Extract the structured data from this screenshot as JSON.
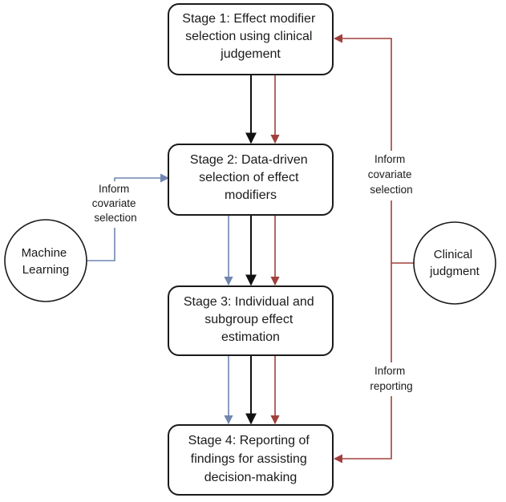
{
  "stages": [
    {
      "lines": [
        "Stage 1: Effect modifier",
        "selection using clinical",
        "judgement"
      ]
    },
    {
      "lines": [
        "Stage 2: Data-driven",
        "selection of effect",
        "modifiers"
      ]
    },
    {
      "lines": [
        "Stage 3: Individual and",
        "subgroup effect",
        "estimation"
      ]
    },
    {
      "lines": [
        "Stage 4: Reporting of",
        "findings for assisting",
        "decision-making"
      ]
    }
  ],
  "machine_learning": {
    "lines": [
      "Machine",
      "Learning"
    ]
  },
  "clinical_judgment": {
    "lines": [
      "Clinical",
      "judgment"
    ]
  },
  "labels": {
    "ml_inform": [
      "Inform",
      "covariate",
      "selection"
    ],
    "cj_inform_covariate": [
      "Inform",
      "covariate",
      "selection"
    ],
    "cj_inform_reporting": [
      "Inform",
      "reporting"
    ]
  },
  "colors": {
    "black": "#111111",
    "red": "#a0403d",
    "blue": "#6f86b0"
  }
}
